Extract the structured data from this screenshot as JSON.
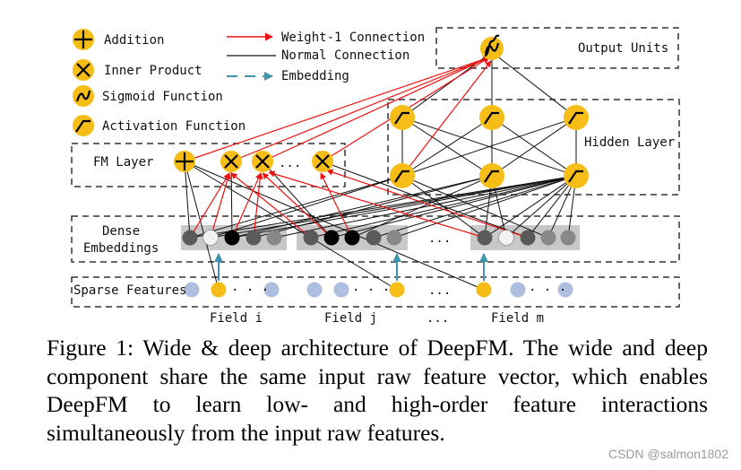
{
  "legend": {
    "addition": "Addition",
    "inner_product": "Inner Product",
    "sigmoid": "Sigmoid Function",
    "activation": "Activation Function",
    "weight1": "Weight-1 Connection",
    "normal": "Normal Connection",
    "embedding": "Embedding"
  },
  "labels": {
    "output_units": "Output Units",
    "hidden_layer": "Hidden Layer",
    "fm_layer": "FM Layer",
    "fm_ellipsis": "...",
    "dense_line1": "Dense",
    "dense_line2": "Embeddings",
    "dense_ellipsis": "...",
    "sparse": "Sparse Features",
    "dots": "· · ·",
    "field_i": "Field i",
    "field_j": "Field j",
    "field_ellipsis": "...",
    "field_m": "Field m"
  },
  "caption": {
    "label": "Figure 1:",
    "text": "Wide & deep architecture of DeepFM. The wide and deep component share the same input raw feature vector, which enables DeepFM to learn low- and high-order feature interactions simultaneously from the input raw features."
  },
  "watermark": "CSDN @salmon1802",
  "colors": {
    "node_yellow": "#f5bd16",
    "sparse_blue": "#aebedf",
    "embed_arrow": "#3f94ad",
    "weight_red": "#ee1111",
    "dense_box": "#c8c8c8"
  }
}
